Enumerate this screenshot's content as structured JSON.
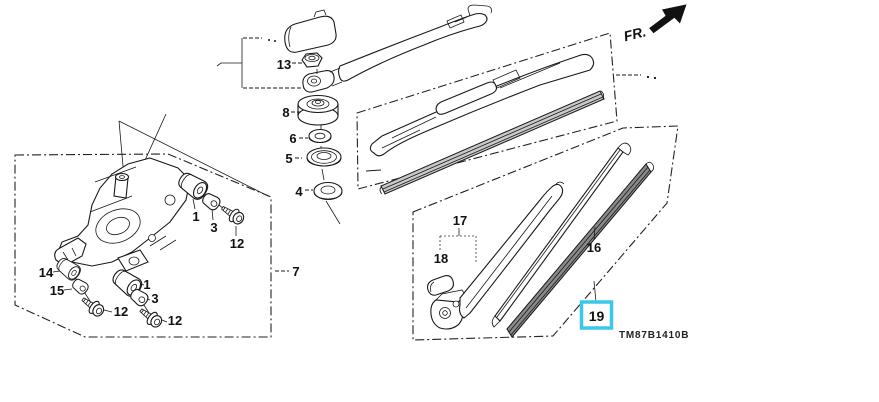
{
  "diagram": {
    "code": "TM87B1410B",
    "direction": "FR.",
    "highlight_color": "#3bc7ec",
    "part_labels": {
      "cap_nut": "13",
      "pivot_cap": "8",
      "washer_a": "6",
      "washer_b": "5",
      "washer_c": "4",
      "motor_assembly": "7",
      "grommet_upper": "1",
      "collar_upper": "3",
      "bolt_upper": "12",
      "grommet_left": "14",
      "collar_left": "15",
      "bolt_left": "12",
      "grommet_center": "1",
      "collar_center": "3",
      "bolt_center": "12",
      "rear_arm": "17",
      "arm_cap": "18",
      "blade_rubber": "16",
      "refill_kit": "19"
    }
  }
}
